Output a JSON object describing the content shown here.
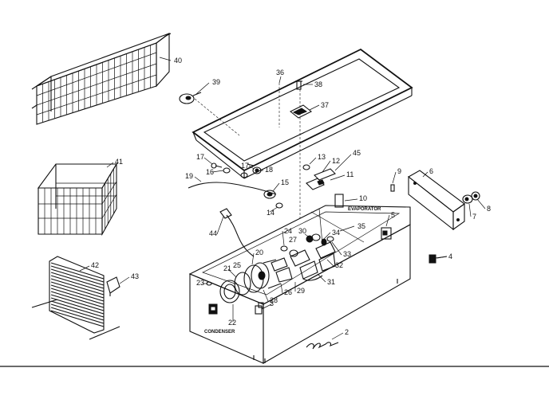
{
  "diagram": {
    "callouts": {
      "c2": "2",
      "c3": "3",
      "c4": "4",
      "c5": "5",
      "c6": "6",
      "c7": "7",
      "c8": "8",
      "c9": "9",
      "c10": "10",
      "c11": "11",
      "c12": "12",
      "c13": "13",
      "c14": "14",
      "c15": "15",
      "c16": "16",
      "c17a": "17",
      "c17b": "17",
      "c18": "18",
      "c19": "19",
      "c20": "20",
      "c21": "21",
      "c22": "22",
      "c23": "23",
      "c24": "24",
      "c25": "25",
      "c26": "26",
      "c27": "27",
      "c28": "28",
      "c29": "29",
      "c30": "30",
      "c31": "31",
      "c32": "32",
      "c33": "33",
      "c34": "34",
      "c35": "35",
      "c36": "36",
      "c37": "37",
      "c38": "38",
      "c39": "39",
      "c40": "40",
      "c41": "41",
      "c42": "42",
      "c43": "43",
      "c44": "44",
      "c45": "45"
    },
    "panel_labels": {
      "evaporator": "EVAPORATOR",
      "condenser": "CONDENSER"
    }
  }
}
